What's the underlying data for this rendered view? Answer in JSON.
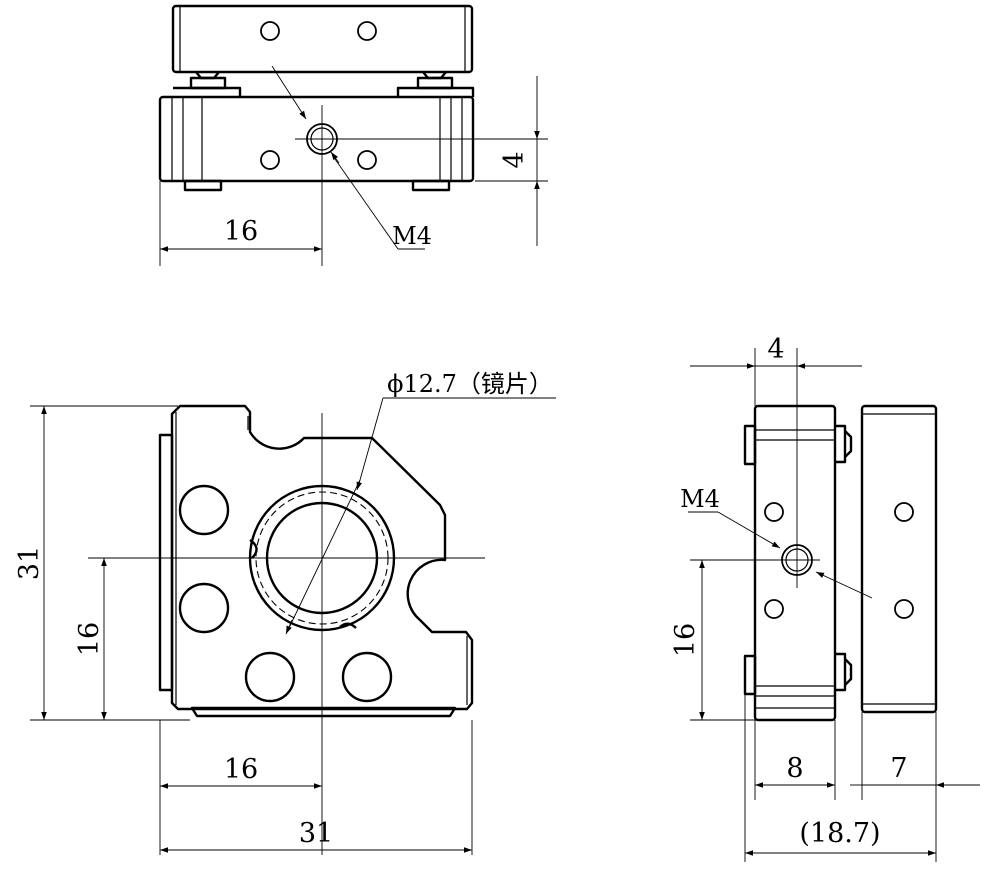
{
  "drawing": {
    "top_view": {
      "dim_horizontal": "16",
      "dim_vertical": "4",
      "thread_label": "M4"
    },
    "front_view": {
      "diameter_label": "ϕ12.7（镜片）",
      "dim_height": "31",
      "dim_height_lower": "16",
      "dim_width_half": "16",
      "dim_width": "31"
    },
    "side_view": {
      "dim_top": "4",
      "thread_label": "M4",
      "dim_height_lower": "16",
      "dim_depth_a": "8",
      "dim_depth_b": "7",
      "dim_total": "(18.7)"
    }
  }
}
